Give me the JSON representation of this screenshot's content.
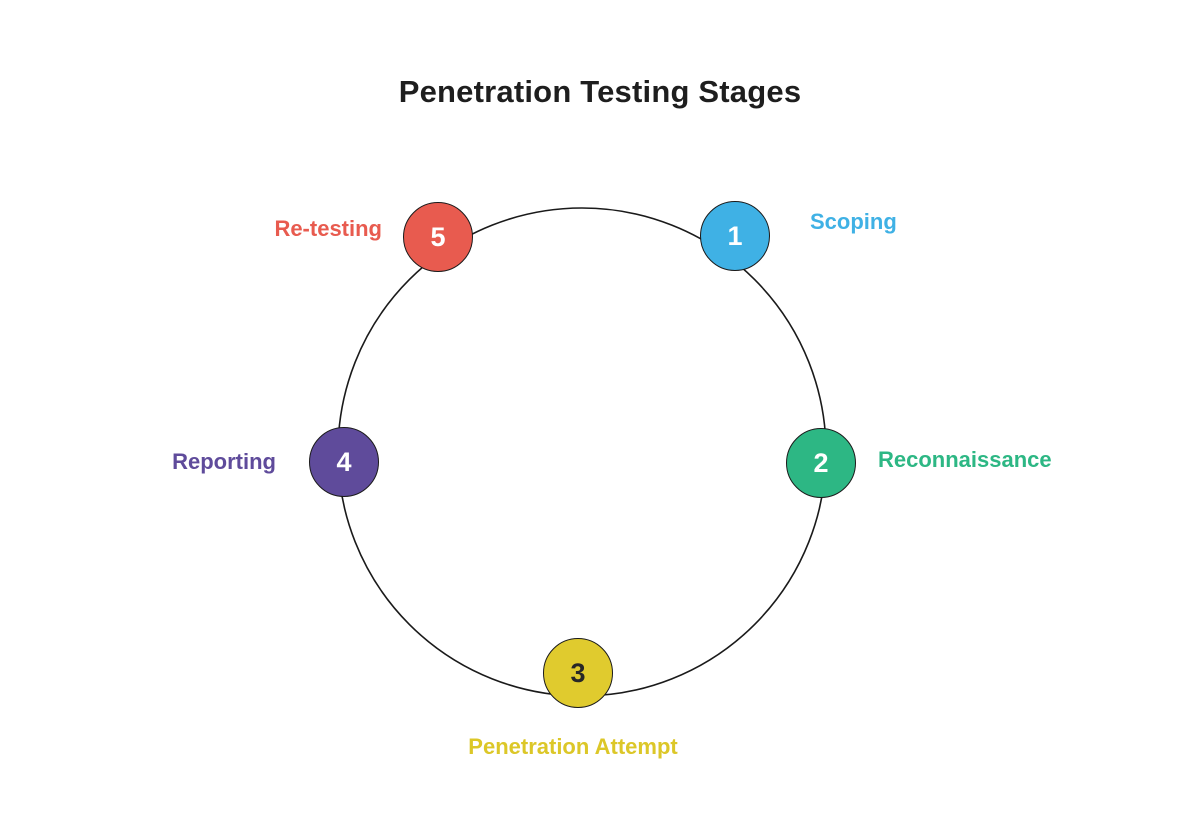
{
  "title": "Penetration Testing Stages",
  "diagram_type": "cycle",
  "colors": {
    "background": "#ffffff",
    "title_text": "#1e1e1e",
    "ring_stroke": "#1a1a1a"
  },
  "stages": [
    {
      "number": "1",
      "label": "Scoping",
      "color": "#3FB1E5",
      "number_color": "#ffffff",
      "label_color": "#3FB1E5",
      "position": "top-right"
    },
    {
      "number": "2",
      "label": "Reconnaissance",
      "color": "#2DB784",
      "number_color": "#ffffff",
      "label_color": "#2DB784",
      "position": "right"
    },
    {
      "number": "3",
      "label": "Penetration Attempt",
      "color": "#E0CB2E",
      "number_color": "#272727",
      "label_color": "#DCC728",
      "position": "bottom"
    },
    {
      "number": "4",
      "label": "Reporting",
      "color": "#5F4B9B",
      "number_color": "#ffffff",
      "label_color": "#5F4B9B",
      "position": "left"
    },
    {
      "number": "5",
      "label": "Re-testing",
      "color": "#E85B4F",
      "number_color": "#ffffff",
      "label_color": "#E85B4F",
      "position": "top-left"
    }
  ]
}
